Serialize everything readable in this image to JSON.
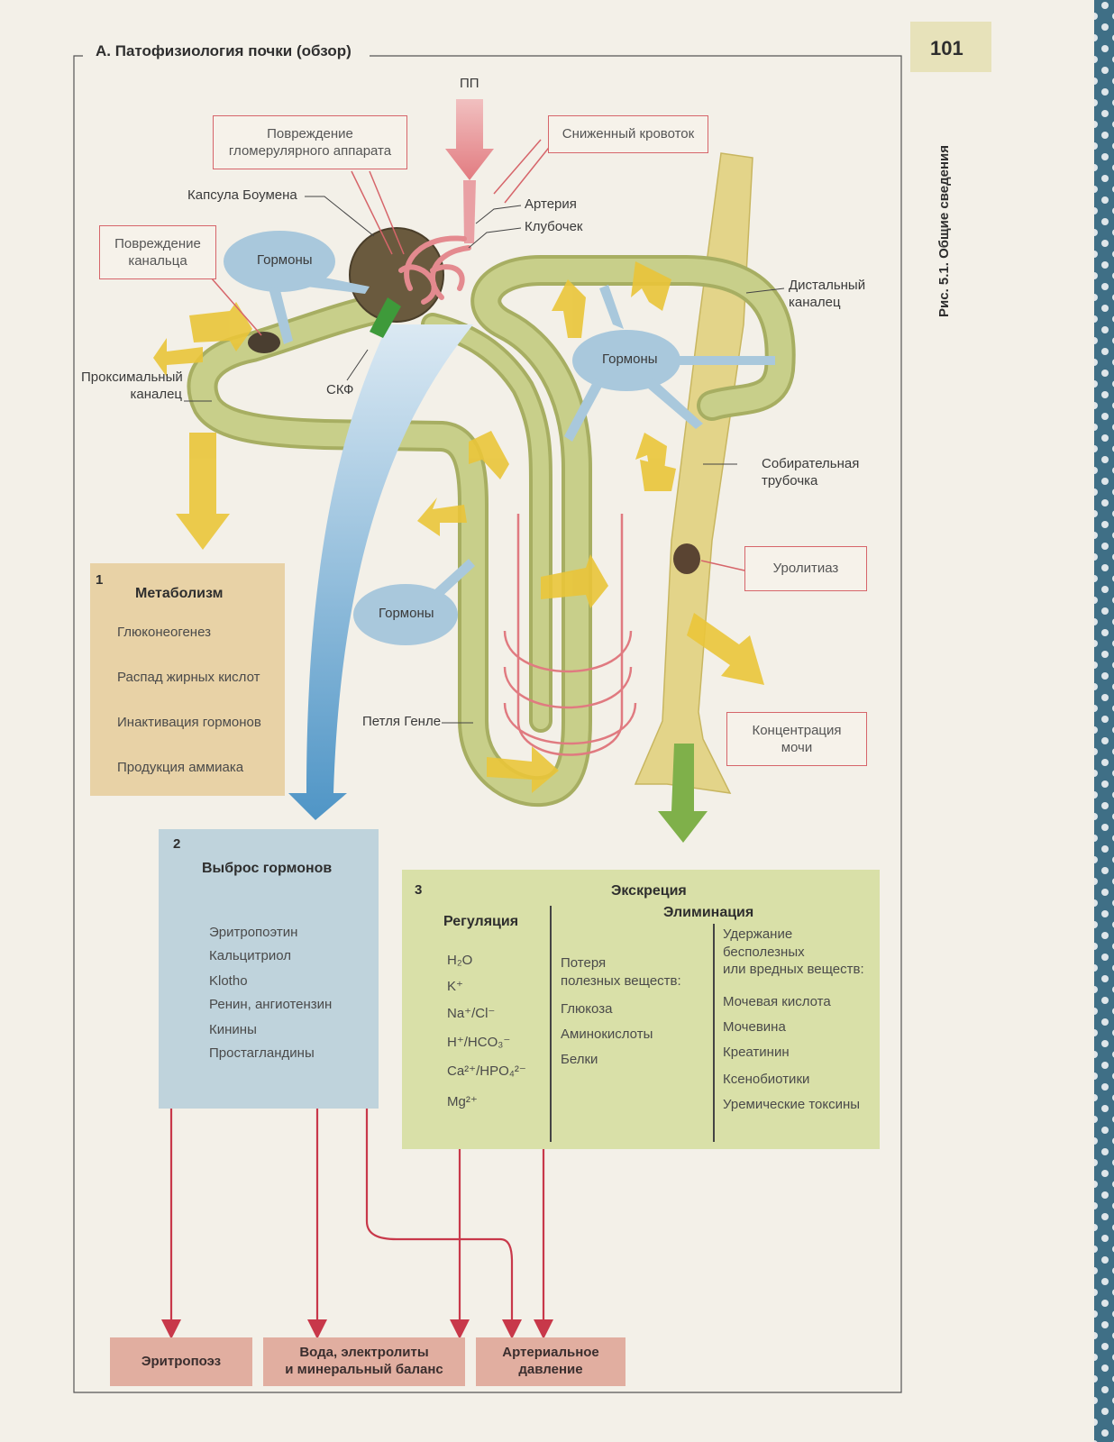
{
  "section_title": "A. Патофизиология почки (обзор)",
  "page_number": "101",
  "side_caption": "Рис. 5.1.   Общие сведения",
  "diagram": {
    "pp": "ПП",
    "reduced_blood_flow": "Сниженный кровоток",
    "glomerular_damage": [
      "Повреждение",
      "гломерулярного аппарата"
    ],
    "bowman_capsule": "Капсула Боумена",
    "artery": "Артерия",
    "glomerulus": "Клубочек",
    "tubule_damage": [
      "Повреждение",
      "канальца"
    ],
    "hormones": "Гормоны",
    "distal_tubule": [
      "Дистальный",
      "каналец"
    ],
    "proximal_tubule": [
      "Проксимальный",
      "каналец"
    ],
    "gfr": "СКФ",
    "collecting_duct": [
      "Собирательная",
      "трубочка"
    ],
    "urolithiasis": "Уролитиаз",
    "loop_of_henle": "Петля Генле",
    "urine_concentration": [
      "Концентрация",
      "мочи"
    ]
  },
  "metabolism": {
    "number": "1",
    "title": "Метаболизм",
    "items": [
      "Глюконеогенез",
      "Распад жирных кислот",
      "Инактивация гормонов",
      "Продукция аммиака"
    ]
  },
  "hormone_release": {
    "number": "2",
    "title": "Выброс гормонов",
    "items": [
      "Эритропоэтин",
      "Кальцитриол",
      "Klotho",
      "Ренин, ангиотензин",
      "Кинины",
      "Простагландины"
    ]
  },
  "excretion": {
    "number": "3",
    "title": "Экскреция",
    "regulation_title": "Регуляция",
    "elimination_title": "Элиминация",
    "regulation_items": [
      "H₂O",
      "K⁺",
      "Na⁺/Cl⁻",
      "H⁺/HCO₃⁻",
      "Ca²⁺/HPO₄²⁻",
      "Mg²⁺"
    ],
    "loss_title": [
      "Потеря",
      "полезных веществ:"
    ],
    "loss_items": [
      "Глюкоза",
      "Аминокислоты",
      "Белки"
    ],
    "retention_title": [
      "Удержание",
      "бесполезных",
      "или вредных веществ:"
    ],
    "retention_items": [
      "Мочевая кислота",
      "Мочевина",
      "Креатинин",
      "Ксенобиотики",
      "Уремические токсины"
    ]
  },
  "outcomes": {
    "erythropoiesis": "Эритропоэз",
    "water_balance": [
      "Вода, электролиты",
      "и минеральный баланс"
    ],
    "blood_pressure": [
      "Артериальное",
      "давление"
    ]
  },
  "colors": {
    "page": "#f3f0e8",
    "label_border": "#d6656a",
    "tubule": "#c8cf8a",
    "collecting_duct": "#e3d489",
    "hormone_bubble": "#a9c8dc",
    "metabolism_panel": "#e8d2a6",
    "hormone_panel": "#bfd3dc",
    "excretion_panel": "#d9e0a8",
    "outcome_box": "#e1aea0",
    "arrow_red": "#c8384a",
    "arrow_yellow": "#eac53a"
  }
}
